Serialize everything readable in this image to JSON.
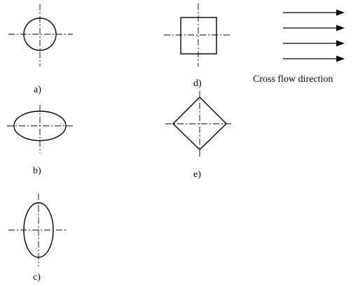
{
  "figure": {
    "labels": {
      "a": "a)",
      "b": "b)",
      "c": "c)",
      "d": "d)",
      "e": "e)"
    },
    "flow_label": "Cross flow direction",
    "shapes": {
      "a": "circle",
      "b": "horizontal-ellipse",
      "c": "vertical-ellipse",
      "d": "square",
      "e": "diamond"
    },
    "flow_arrow_count": 4
  }
}
